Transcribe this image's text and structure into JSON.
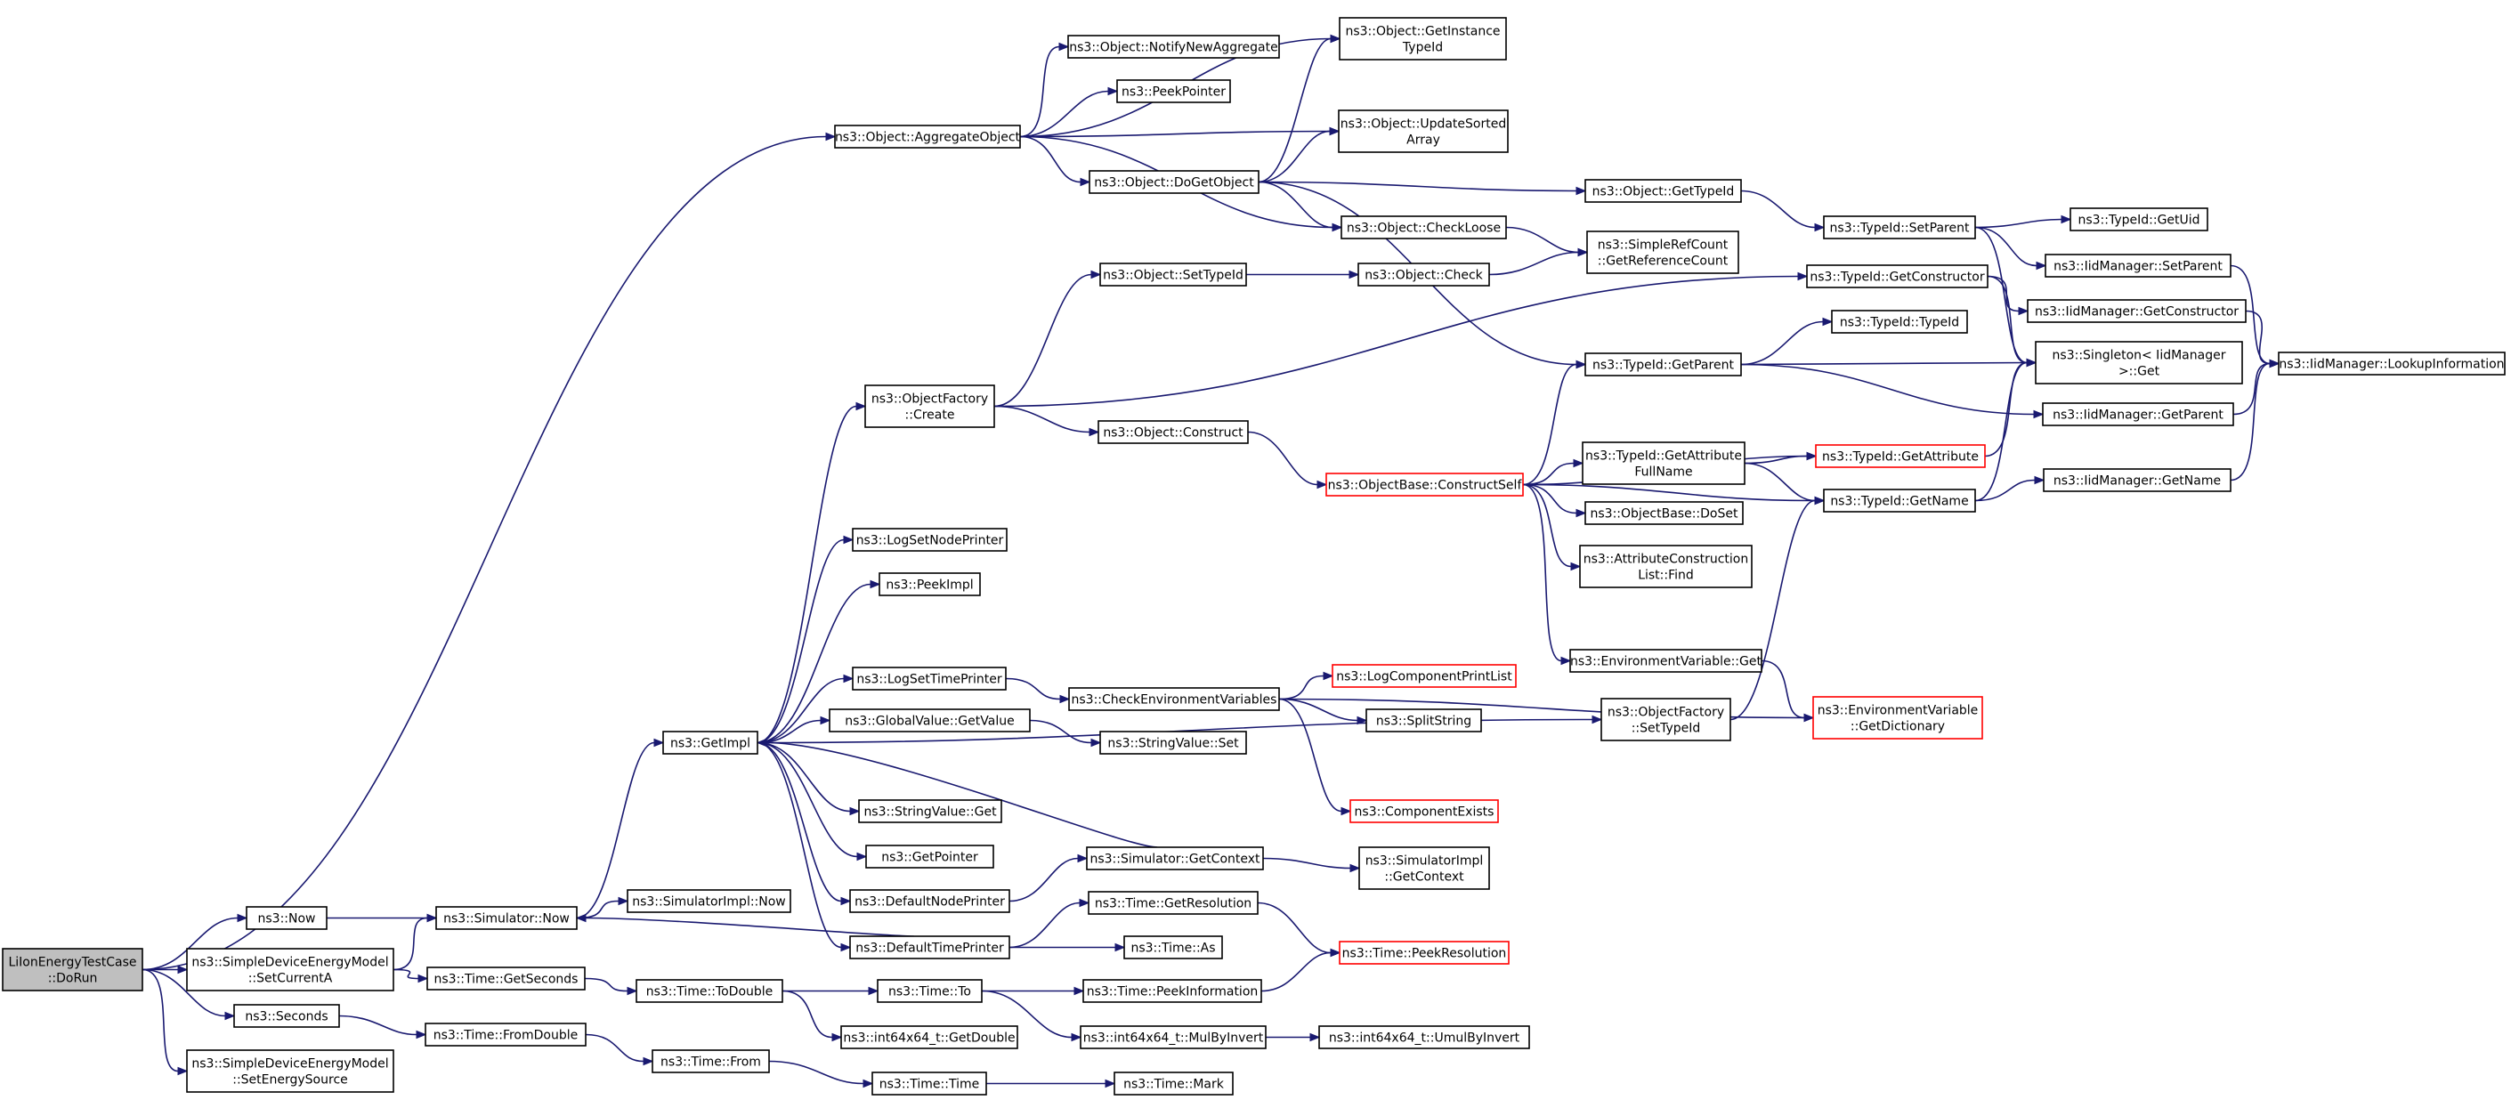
{
  "colors": {
    "edge": "#191970",
    "node_border": "#000000",
    "truncated_border": "#ff0000",
    "root_fill": "#bfbfbf",
    "background": "#ffffff"
  },
  "nodes": [
    {
      "id": "root",
      "lines": [
        "LiIonEnergyTestCase",
        "::DoRun"
      ],
      "style": "root"
    },
    {
      "id": "now",
      "lines": [
        "ns3::Now"
      ]
    },
    {
      "id": "setcurrent",
      "lines": [
        "ns3::SimpleDeviceEnergyModel",
        "::SetCurrentA"
      ]
    },
    {
      "id": "seconds",
      "lines": [
        "ns3::Seconds"
      ]
    },
    {
      "id": "setenergysource",
      "lines": [
        "ns3::SimpleDeviceEnergyModel",
        "::SetEnergySource"
      ]
    },
    {
      "id": "simnow",
      "lines": [
        "ns3::Simulator::Now"
      ]
    },
    {
      "id": "getseconds",
      "lines": [
        "ns3::Time::GetSeconds"
      ]
    },
    {
      "id": "fromdouble",
      "lines": [
        "ns3::Time::FromDouble"
      ]
    },
    {
      "id": "simimplnow",
      "lines": [
        "ns3::SimulatorImpl::Now"
      ]
    },
    {
      "id": "getimpl",
      "lines": [
        "ns3::GetImpl"
      ]
    },
    {
      "id": "todouble",
      "lines": [
        "ns3::Time::ToDouble"
      ]
    },
    {
      "id": "from",
      "lines": [
        "ns3::Time::From"
      ]
    },
    {
      "id": "aggregate",
      "lines": [
        "ns3::Object::AggregateObject"
      ]
    },
    {
      "id": "objfactorycreate",
      "lines": [
        "ns3::ObjectFactory",
        "::Create"
      ]
    },
    {
      "id": "logsetnode",
      "lines": [
        "ns3::LogSetNodePrinter"
      ]
    },
    {
      "id": "peekimpl",
      "lines": [
        "ns3::PeekImpl"
      ]
    },
    {
      "id": "logsettime",
      "lines": [
        "ns3::LogSetTimePrinter"
      ]
    },
    {
      "id": "gvgetvalue",
      "lines": [
        "ns3::GlobalValue::GetValue"
      ]
    },
    {
      "id": "stringvalueget",
      "lines": [
        "ns3::StringValue::Get"
      ]
    },
    {
      "id": "getpointer",
      "lines": [
        "ns3::GetPointer"
      ]
    },
    {
      "id": "defnodeprinter",
      "lines": [
        "ns3::DefaultNodePrinter"
      ]
    },
    {
      "id": "deftimeprinter",
      "lines": [
        "ns3::DefaultTimePrinter"
      ]
    },
    {
      "id": "int64getdouble",
      "lines": [
        "ns3::int64x64_t::GetDouble"
      ]
    },
    {
      "id": "timeto",
      "lines": [
        "ns3::Time::To"
      ]
    },
    {
      "id": "timetime",
      "lines": [
        "ns3::Time::Time"
      ]
    },
    {
      "id": "notifynew",
      "lines": [
        "ns3::Object::NotifyNewAggregate"
      ]
    },
    {
      "id": "peekpointer",
      "lines": [
        "ns3::PeekPointer"
      ]
    },
    {
      "id": "dogetobject",
      "lines": [
        "ns3::Object::DoGetObject"
      ]
    },
    {
      "id": "objsettypeid",
      "lines": [
        "ns3::Object::SetTypeId"
      ]
    },
    {
      "id": "objconstruct",
      "lines": [
        "ns3::Object::Construct"
      ]
    },
    {
      "id": "checkenv",
      "lines": [
        "ns3::CheckEnvironmentVariables"
      ]
    },
    {
      "id": "stringvalueset",
      "lines": [
        "ns3::StringValue::Set"
      ]
    },
    {
      "id": "simgetcontext",
      "lines": [
        "ns3::Simulator::GetContext"
      ]
    },
    {
      "id": "getresolution",
      "lines": [
        "ns3::Time::GetResolution"
      ]
    },
    {
      "id": "timeas",
      "lines": [
        "ns3::Time::As"
      ]
    },
    {
      "id": "peekinformation",
      "lines": [
        "ns3::Time::PeekInformation"
      ]
    },
    {
      "id": "mulbyinvert",
      "lines": [
        "ns3::int64x64_t::MulByInvert"
      ]
    },
    {
      "id": "timemark",
      "lines": [
        "ns3::Time::Mark"
      ]
    },
    {
      "id": "getinstancetypeid",
      "lines": [
        "ns3::Object::GetInstance",
        "TypeId"
      ]
    },
    {
      "id": "updatesorted",
      "lines": [
        "ns3::Object::UpdateSorted",
        "Array"
      ]
    },
    {
      "id": "checkloose",
      "lines": [
        "ns3::Object::CheckLoose"
      ]
    },
    {
      "id": "objcheck",
      "lines": [
        "ns3::Object::Check"
      ]
    },
    {
      "id": "constructself",
      "lines": [
        "ns3::ObjectBase::ConstructSelf"
      ],
      "style": "red"
    },
    {
      "id": "logcompprintlist",
      "lines": [
        "ns3::LogComponentPrintList"
      ],
      "style": "red"
    },
    {
      "id": "splitstring",
      "lines": [
        "ns3::SplitString"
      ]
    },
    {
      "id": "componentexists",
      "lines": [
        "ns3::ComponentExists"
      ],
      "style": "red"
    },
    {
      "id": "simimplgetcontext",
      "lines": [
        "ns3::SimulatorImpl",
        "::GetContext"
      ]
    },
    {
      "id": "peekresolution",
      "lines": [
        "ns3::Time::PeekResolution"
      ],
      "style": "red"
    },
    {
      "id": "umulbyinvert",
      "lines": [
        "ns3::int64x64_t::UmulByInvert"
      ]
    },
    {
      "id": "objgettypeid",
      "lines": [
        "ns3::Object::GetTypeId"
      ]
    },
    {
      "id": "getrefcount",
      "lines": [
        "ns3::SimpleRefCount",
        "::GetReferenceCount"
      ]
    },
    {
      "id": "typeidgetparent",
      "lines": [
        "ns3::TypeId::GetParent"
      ]
    },
    {
      "id": "getattrfullname",
      "lines": [
        "ns3::TypeId::GetAttribute",
        "FullName"
      ]
    },
    {
      "id": "objectbasedoset",
      "lines": [
        "ns3::ObjectBase::DoSet"
      ]
    },
    {
      "id": "attrconstructionfind",
      "lines": [
        "ns3::AttributeConstruction",
        "List::Find"
      ]
    },
    {
      "id": "envvarget",
      "lines": [
        "ns3::EnvironmentVariable::Get"
      ]
    },
    {
      "id": "objfactorysettypeid",
      "lines": [
        "ns3::ObjectFactory",
        "::SetTypeId"
      ]
    },
    {
      "id": "typeidsetparent",
      "lines": [
        "ns3::TypeId::SetParent"
      ]
    },
    {
      "id": "typeidgetconstructor",
      "lines": [
        "ns3::TypeId::GetConstructor"
      ]
    },
    {
      "id": "typeidtypeid",
      "lines": [
        "ns3::TypeId::TypeId"
      ]
    },
    {
      "id": "typeidgetattribute",
      "lines": [
        "ns3::TypeId::GetAttribute"
      ],
      "style": "red"
    },
    {
      "id": "typeidgetname",
      "lines": [
        "ns3::TypeId::GetName"
      ]
    },
    {
      "id": "envvargetdict",
      "lines": [
        "ns3::EnvironmentVariable",
        "::GetDictionary"
      ],
      "style": "red"
    },
    {
      "id": "typeidgetuid",
      "lines": [
        "ns3::TypeId::GetUid"
      ]
    },
    {
      "id": "iidsetparent",
      "lines": [
        "ns3::IidManager::SetParent"
      ]
    },
    {
      "id": "iidgetconstructor",
      "lines": [
        "ns3::IidManager::GetConstructor"
      ]
    },
    {
      "id": "singletonget",
      "lines": [
        "ns3::Singleton< IidManager",
        " >::Get"
      ]
    },
    {
      "id": "iidgetparent",
      "lines": [
        "ns3::IidManager::GetParent"
      ]
    },
    {
      "id": "iidgetname",
      "lines": [
        "ns3::IidManager::GetName"
      ]
    },
    {
      "id": "iidlookup",
      "lines": [
        "ns3::IidManager::LookupInformation"
      ]
    }
  ],
  "edges": [
    [
      "root",
      "aggregate"
    ],
    [
      "root",
      "now"
    ],
    [
      "root",
      "setcurrent"
    ],
    [
      "root",
      "seconds"
    ],
    [
      "root",
      "setenergysource"
    ],
    [
      "now",
      "simnow"
    ],
    [
      "setcurrent",
      "simnow"
    ],
    [
      "setcurrent",
      "getseconds"
    ],
    [
      "seconds",
      "fromdouble"
    ],
    [
      "simnow",
      "simimplnow"
    ],
    [
      "simnow",
      "getimpl"
    ],
    [
      "getseconds",
      "todouble"
    ],
    [
      "fromdouble",
      "from"
    ],
    [
      "todouble",
      "timeto"
    ],
    [
      "todouble",
      "int64getdouble"
    ],
    [
      "from",
      "timetime"
    ],
    [
      "getimpl",
      "objfactorycreate"
    ],
    [
      "getimpl",
      "logsetnode"
    ],
    [
      "getimpl",
      "peekimpl"
    ],
    [
      "getimpl",
      "logsettime"
    ],
    [
      "getimpl",
      "gvgetvalue"
    ],
    [
      "getimpl",
      "stringvalueget"
    ],
    [
      "getimpl",
      "getpointer"
    ],
    [
      "getimpl",
      "defnodeprinter"
    ],
    [
      "getimpl",
      "deftimeprinter"
    ],
    [
      "getimpl",
      "objfactorysettypeid"
    ],
    [
      "deftimeprinter",
      "simnow"
    ],
    [
      "deftimeprinter",
      "getresolution"
    ],
    [
      "deftimeprinter",
      "timeas"
    ],
    [
      "defnodeprinter",
      "simgetcontext"
    ],
    [
      "simgetcontext",
      "getimpl"
    ],
    [
      "simgetcontext",
      "simimplgetcontext"
    ],
    [
      "getresolution",
      "peekresolution"
    ],
    [
      "timeto",
      "peekinformation"
    ],
    [
      "timeto",
      "mulbyinvert"
    ],
    [
      "peekinformation",
      "peekresolution"
    ],
    [
      "mulbyinvert",
      "umulbyinvert"
    ],
    [
      "timetime",
      "timemark"
    ],
    [
      "logsettime",
      "checkenv"
    ],
    [
      "gvgetvalue",
      "stringvalueset"
    ],
    [
      "checkenv",
      "logcompprintlist"
    ],
    [
      "checkenv",
      "splitstring"
    ],
    [
      "checkenv",
      "componentexists"
    ],
    [
      "checkenv",
      "envvargetdict"
    ],
    [
      "objfactorycreate",
      "objsettypeid"
    ],
    [
      "objfactorycreate",
      "objconstruct"
    ],
    [
      "objfactorycreate",
      "typeidgetconstructor"
    ],
    [
      "objsettypeid",
      "objcheck"
    ],
    [
      "objcheck",
      "getrefcount"
    ],
    [
      "objconstruct",
      "constructself"
    ],
    [
      "aggregate",
      "getinstancetypeid"
    ],
    [
      "aggregate",
      "notifynew"
    ],
    [
      "aggregate",
      "peekpointer"
    ],
    [
      "aggregate",
      "updatesorted"
    ],
    [
      "aggregate",
      "dogetobject"
    ],
    [
      "aggregate",
      "checkloose"
    ],
    [
      "dogetobject",
      "getinstancetypeid"
    ],
    [
      "dogetobject",
      "updatesorted"
    ],
    [
      "dogetobject",
      "objgettypeid"
    ],
    [
      "dogetobject",
      "checkloose"
    ],
    [
      "dogetobject",
      "typeidgetparent"
    ],
    [
      "checkloose",
      "getrefcount"
    ],
    [
      "objgettypeid",
      "typeidsetparent"
    ],
    [
      "constructself",
      "typeidgetparent"
    ],
    [
      "constructself",
      "getattrfullname"
    ],
    [
      "constructself",
      "objectbasedoset"
    ],
    [
      "constructself",
      "attrconstructionfind"
    ],
    [
      "constructself",
      "envvarget"
    ],
    [
      "constructself",
      "typeidgetattribute"
    ],
    [
      "constructself",
      "typeidgetname"
    ],
    [
      "getattrfullname",
      "typeidgetattribute"
    ],
    [
      "getattrfullname",
      "typeidgetname"
    ],
    [
      "envvarget",
      "envvargetdict"
    ],
    [
      "objfactorysettypeid",
      "typeidgetname"
    ],
    [
      "typeidgetparent",
      "typeidtypeid"
    ],
    [
      "typeidgetparent",
      "singletonget"
    ],
    [
      "typeidgetparent",
      "iidgetparent"
    ],
    [
      "typeidsetparent",
      "typeidgetuid"
    ],
    [
      "typeidsetparent",
      "iidsetparent"
    ],
    [
      "typeidsetparent",
      "singletonget"
    ],
    [
      "typeidgetconstructor",
      "iidgetconstructor"
    ],
    [
      "typeidgetconstructor",
      "singletonget"
    ],
    [
      "typeidgetattribute",
      "singletonget"
    ],
    [
      "typeidgetname",
      "singletonget"
    ],
    [
      "typeidgetname",
      "iidgetname"
    ],
    [
      "iidsetparent",
      "iidlookup"
    ],
    [
      "iidgetconstructor",
      "iidlookup"
    ],
    [
      "iidgetparent",
      "iidlookup"
    ],
    [
      "iidgetname",
      "iidlookup"
    ]
  ]
}
